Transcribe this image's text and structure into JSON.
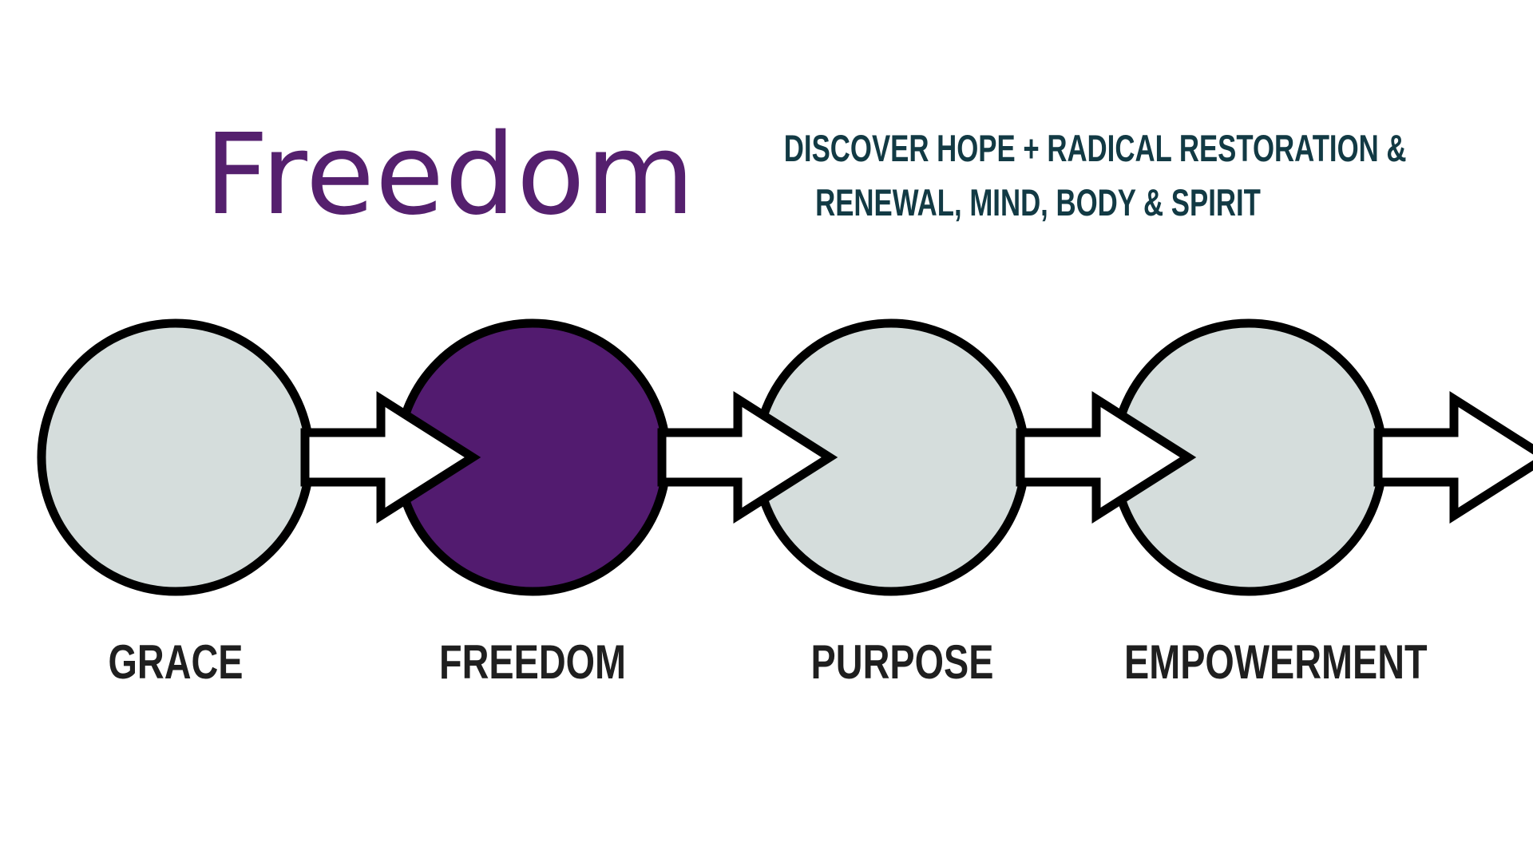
{
  "title": "Freedom",
  "subtitle": {
    "line1": "DISCOVER HOPE + RADICAL RESTORATION &",
    "line2": "RENEWAL, MIND, BODY & SPIRIT"
  },
  "stages": [
    {
      "label": "GRACE",
      "active": false
    },
    {
      "label": "FREEDOM",
      "active": true
    },
    {
      "label": "PURPOSE",
      "active": false
    },
    {
      "label": "EMPOWERMENT",
      "active": false
    }
  ],
  "colors": {
    "title": "#55206e",
    "subtitle": "#123a44",
    "active_fill": "#521b6f",
    "inactive_fill": "#d5dddc",
    "outline": "#000000",
    "label": "#1f1f1f"
  }
}
